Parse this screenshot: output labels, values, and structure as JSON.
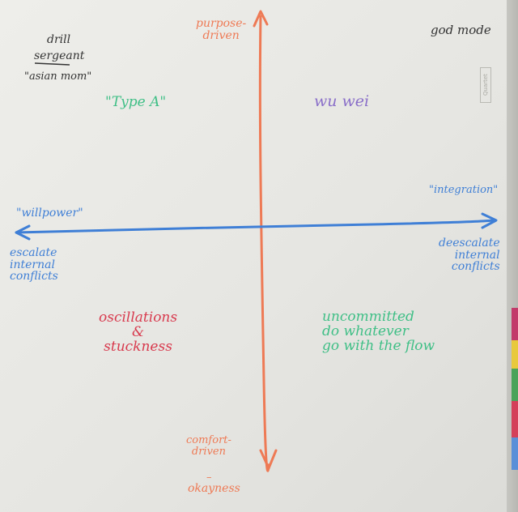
{
  "corner_top_left": {
    "line1": "drill",
    "line2": "sergeant",
    "line3": "\"asian mom\""
  },
  "corner_top_right": "god mode",
  "axis_top": "purpose-\ndriven",
  "axis_bottom": {
    "line1": "comfort-\ndriven",
    "dash": "–",
    "line2": "okayness"
  },
  "axis_left": {
    "label": "\"willpower\"",
    "sub": "escalate\ninternal\nconflicts"
  },
  "axis_right": {
    "label": "\"integration\"",
    "sub": "deescalate\ninternal\nconflicts"
  },
  "quadrants": {
    "top_left": "\"Type A\"",
    "top_right": "wu wei",
    "bottom_left": "oscillations\n&\nstuckness",
    "bottom_right": "uncommitted\ndo whatever\ngo with the flow"
  },
  "board_mark": "Quartet",
  "colors": {
    "orange": "#ee7a55",
    "blue": "#3f7fd6",
    "green": "#3fbf86",
    "purple": "#8a6fc9",
    "red": "#d83a4e",
    "black": "#333333"
  }
}
